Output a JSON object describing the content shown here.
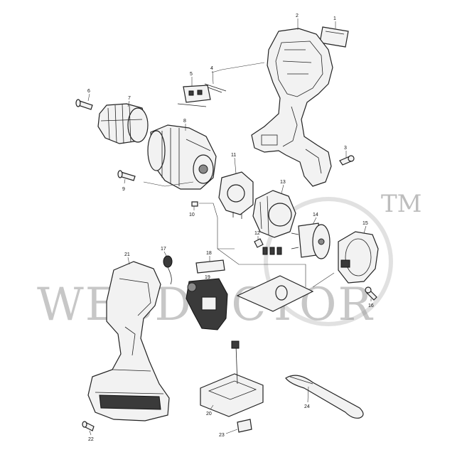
{
  "watermark": {
    "text": "WEBDOCTOR",
    "trademark": "TM"
  },
  "parts": [
    {
      "number": "1"
    },
    {
      "number": "2"
    },
    {
      "number": "3"
    },
    {
      "number": "4"
    },
    {
      "number": "5"
    },
    {
      "number": "6"
    },
    {
      "number": "7"
    },
    {
      "number": "8"
    },
    {
      "number": "9"
    },
    {
      "number": "10"
    },
    {
      "number": "11"
    },
    {
      "number": "12"
    },
    {
      "number": "13"
    },
    {
      "number": "14"
    },
    {
      "number": "15"
    },
    {
      "number": "16"
    },
    {
      "number": "17"
    },
    {
      "number": "18"
    },
    {
      "number": "19"
    },
    {
      "number": "20"
    },
    {
      "number": "21"
    },
    {
      "number": "22"
    },
    {
      "number": "23"
    },
    {
      "number": "24"
    }
  ]
}
